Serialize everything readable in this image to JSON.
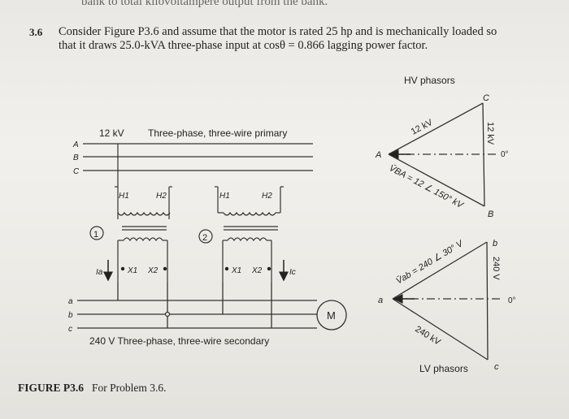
{
  "header": {
    "top_fragment": "bank to total kilovoltampere output from the bank."
  },
  "problem": {
    "number": "3.6",
    "line1": "Consider Figure P3.6 and assume that the motor is rated 25 hp and is mechanically loaded so",
    "line2": "that it draws 25.0-kVA three-phase input at cosθ = 0.866 lagging power factor."
  },
  "figure": {
    "caption_label": "FIGURE P3.6",
    "caption_text": "For Problem 3.6.",
    "primary": {
      "voltage": "12 kV",
      "description": "Three-phase, three-wire primary",
      "phases": [
        "A",
        "B",
        "C"
      ]
    },
    "secondary": {
      "description": "240 V  Three-phase, three-wire secondary",
      "phases": [
        "a",
        "b",
        "c"
      ]
    },
    "transformers": [
      {
        "number": "1",
        "h1": "H1",
        "h2": "H2",
        "x1": "X1",
        "x2": "X2",
        "current": "Ia"
      },
      {
        "number": "2",
        "h1": "H1",
        "h2": "H2",
        "x1": "X1",
        "x2": "X2",
        "current": "Ic"
      }
    ],
    "motor_label": "M",
    "hv_phasors": {
      "title": "HV phasors",
      "nodes": [
        "A",
        "B",
        "C"
      ],
      "side_ab": "V̄BA = 12 ∠ 150° kV",
      "side_ac": "12 kV",
      "side_cb": "12 kV",
      "angle": "0°"
    },
    "lv_phasors": {
      "title": "LV phasors",
      "nodes": [
        "a",
        "b",
        "c"
      ],
      "side_ab": "V̄ab = 240 ∠ 30° V",
      "side_ac": "240 kV",
      "side_bc": "240 V",
      "angle": "0°"
    }
  }
}
